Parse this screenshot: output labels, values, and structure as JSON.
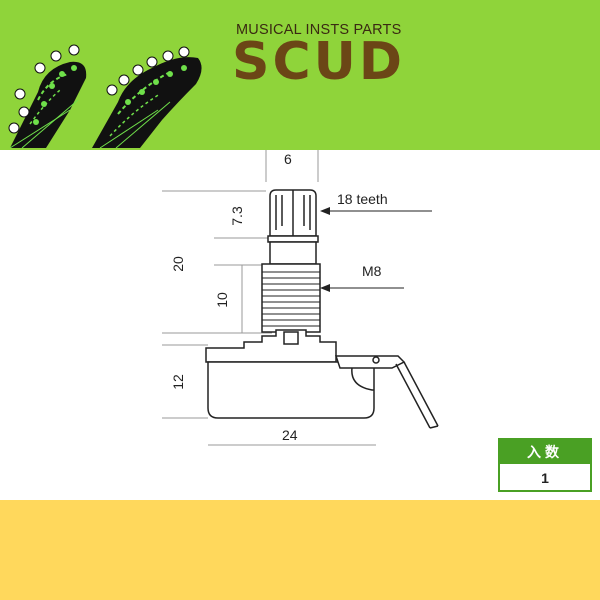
{
  "header": {
    "subtitle": "MUSICAL INSTS PARTS",
    "logo": "SCUD",
    "background": "#8fd43a",
    "logo_color": "#6b4616"
  },
  "diagram": {
    "shaft_width": "6",
    "knurl_height": "7.3",
    "teeth_label": "18 teeth",
    "total_height": "20",
    "thread_height": "10",
    "thread_label": "M8",
    "body_height": "12",
    "body_width": "24"
  },
  "quantity": {
    "label": "入数",
    "value": "1",
    "accent": "#4aa024"
  },
  "footer": {
    "background": "#ffd85c"
  }
}
